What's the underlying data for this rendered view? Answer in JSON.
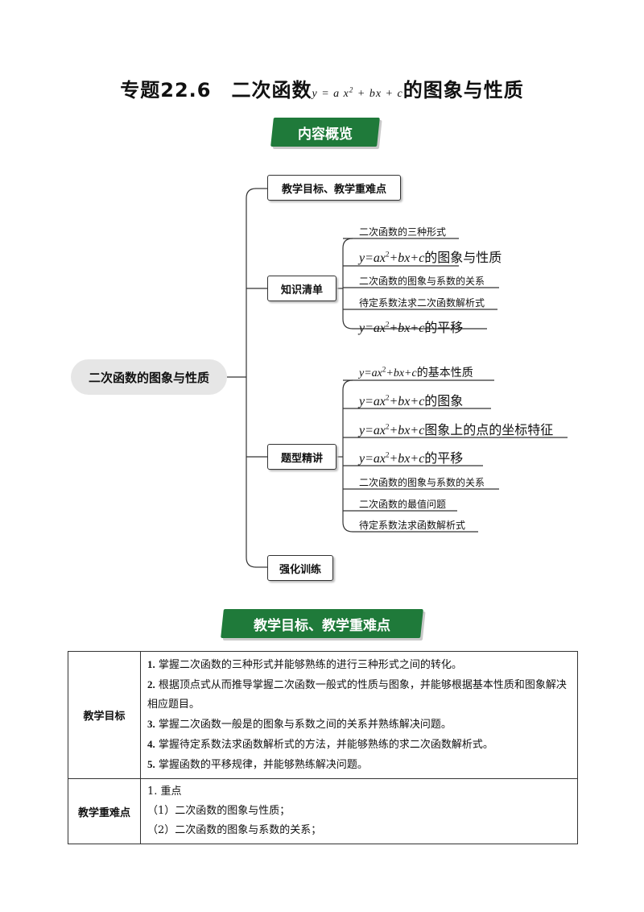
{
  "title": {
    "prefix": "专题22.6　二次函数",
    "formula_a": "y = a x",
    "formula_exp": "2",
    "formula_b": " + bx + c",
    "suffix": "的图象与性质"
  },
  "banner_overview": "内容概览",
  "mindmap": {
    "root": "二次函数的图象与性质",
    "branches": [
      {
        "label": "教学目标、教学重难点"
      },
      {
        "label": "知识清单",
        "items": [
          {
            "text": "二次函数的三种形式"
          },
          {
            "pre": "y=ax",
            "exp": "2",
            "post": "+bx+c",
            "text": "的图象与性质"
          },
          {
            "text": "二次函数的图象与系数的关系"
          },
          {
            "text": "待定系数法求二次函数解析式"
          },
          {
            "pre": "y=ax",
            "exp": "2",
            "post": "+bx+c",
            "text": "的平移"
          }
        ]
      },
      {
        "label": "题型精讲",
        "items": [
          {
            "pre": "y=ax",
            "exp": "2",
            "post": "+bx+c",
            "text": "的基本性质"
          },
          {
            "pre": "y=ax",
            "exp": "2",
            "post": "+bx+c",
            "text": "的图象"
          },
          {
            "pre": "y=ax",
            "exp": "2",
            "post": "+bx+c",
            "text": "图象上的点的坐标特征"
          },
          {
            "pre": "y=ax",
            "exp": "2",
            "post": "+bx+c",
            "text": "的平移"
          },
          {
            "text": "二次函数的图象与系数的关系"
          },
          {
            "text": "二次函数的最值问题"
          },
          {
            "text": "待定系数法求函数解析式"
          }
        ]
      },
      {
        "label": "强化训练"
      }
    ]
  },
  "banner_objectives": "教学目标、教学重难点",
  "table": {
    "goals_header": "教学目标",
    "goals": [
      {
        "num": "1.",
        "text": "掌握二次函数的三种形式并能够熟练的进行三种形式之间的转化。"
      },
      {
        "num": "2.",
        "text": "根据顶点式从而推导掌握二次函数一般式的性质与图象，并能够根据基本性质和图象解决相应题目。"
      },
      {
        "num": "3.",
        "text": "掌握二次函数一般是的图象与系数之间的关系并熟练解决问题。"
      },
      {
        "num": "4.",
        "text": "掌握待定系数法求函数解析式的方法，并能够熟练的求二次函数解析式。"
      },
      {
        "num": "5.",
        "text": "掌握函数的平移规律，并能够熟练解决问题。"
      }
    ],
    "keys_header": "教学重难点",
    "keys": [
      "1. 重点",
      "（1）二次函数的图象与性质；",
      "（2）二次函数的图象与系数的关系；"
    ]
  }
}
